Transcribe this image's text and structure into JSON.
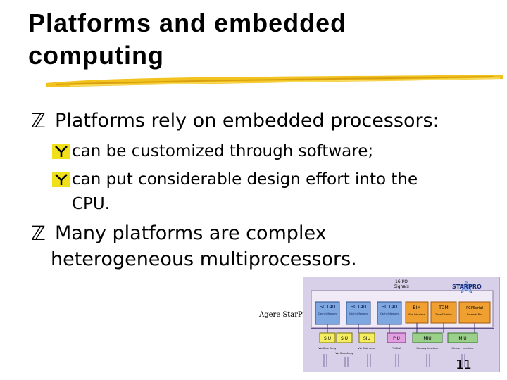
{
  "slide": {
    "title_line1": "Platforms and embedded",
    "title_line2": "computing",
    "bullets": [
      {
        "text": "Platforms rely on embedded processors:"
      },
      {
        "text": "can be customized through software;"
      },
      {
        "text": "can put considerable design effort into the"
      },
      {
        "text": "CPU."
      },
      {
        "text": "Many platforms are complex"
      },
      {
        "text": "heterogeneous multiprocessors."
      }
    ],
    "figure_caption": "Agere StarPro",
    "page_number": "11"
  },
  "chip": {
    "top_label": "16 I/O",
    "top_label2": "Signals",
    "brand": "STARPRO",
    "cores": [
      "SC140",
      "SC140",
      "SC140",
      "BIM",
      "TDM",
      "PCI/Serial"
    ],
    "core_subs": [
      "Cache/Memory",
      "Cache/Memory",
      "Cache/Memory",
      "Bus Interface",
      "Time Division",
      "External Bus"
    ],
    "lower_blocks": [
      "SIU",
      "SIU",
      "SIU",
      "PIU",
      "MIU",
      "MIU"
    ],
    "lower_subs": [
      "Via Gate Array",
      "Via Gate Array",
      "Via Gate Array",
      "PCI Unit",
      "Memory Interface",
      "Memory Interface"
    ],
    "colors": {
      "board_bg": "#d8d0e8",
      "core_blue": "#7fa8e0",
      "core_orange": "#f0a030",
      "lower_yellow": "#f5ee60",
      "lower_pink": "#e0a0e0",
      "lower_green": "#9bd08a",
      "bullet_yellow": "#f0e01a",
      "brush_yellow": "#f2c21e"
    }
  }
}
